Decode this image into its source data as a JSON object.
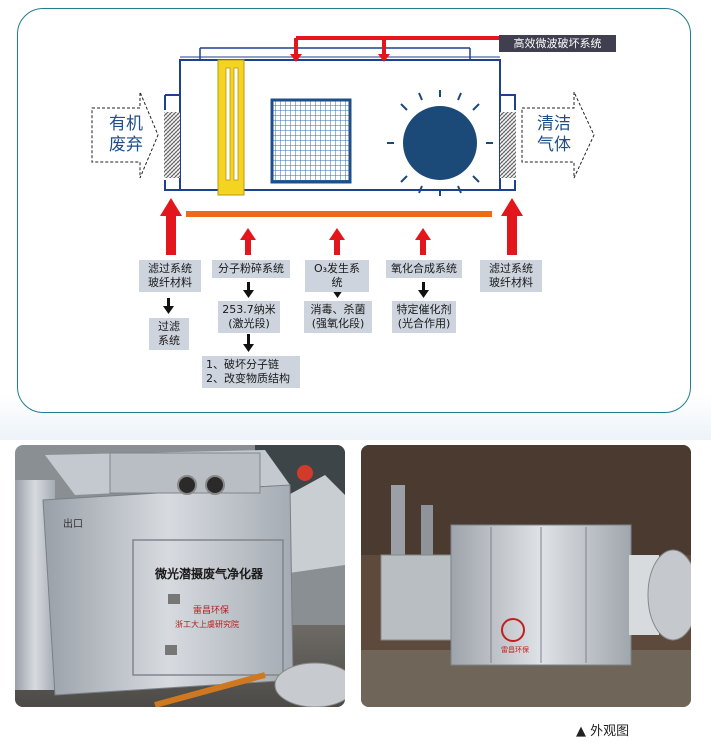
{
  "diagram": {
    "top_banner": "高效微波破坏系统",
    "input_label": "有机\n废弃",
    "output_label": "清洁\n气体",
    "boxes": {
      "filter_left": "滤过系统\n玻纤材料",
      "molecule_crusher": "分子粉碎系统",
      "ozone": "O₃发生系统",
      "oxidation": "氧化合成系统",
      "filter_right": "滤过系统\n玻纤材料",
      "filter_result": "过滤\n系统",
      "wavelength": "253.7纳米\n(激光段)",
      "kill_bacteria": "消毒、杀菌\n(强氧化段)",
      "catalyst": "特定催化剂\n(光合作用)",
      "molecule_effect": "1、破坏分子链\n2、改变物质结构"
    }
  },
  "photos": {
    "left_outlet": "出口",
    "left_nameplate": "微光潜摄废气净化器",
    "left_stamp_1": "雷昌环保",
    "left_stamp_2": "浙工大上虞研究院",
    "right_logo": "雷昌环保"
  },
  "caption": "▲ 外观图",
  "colors": {
    "arrow_red": "#e2161b",
    "lamp_yellow": "#f5d321",
    "bar_orange": "#ee6a14",
    "ball_blue": "#1b4a78",
    "grid_blue": "#3a78b8",
    "frame_blue": "#1f3f8f",
    "label_box": "#cdd4de"
  },
  "icons": [
    "down-arrow-icon",
    "dashed-flow-arrow-icon",
    "sun-icon"
  ]
}
